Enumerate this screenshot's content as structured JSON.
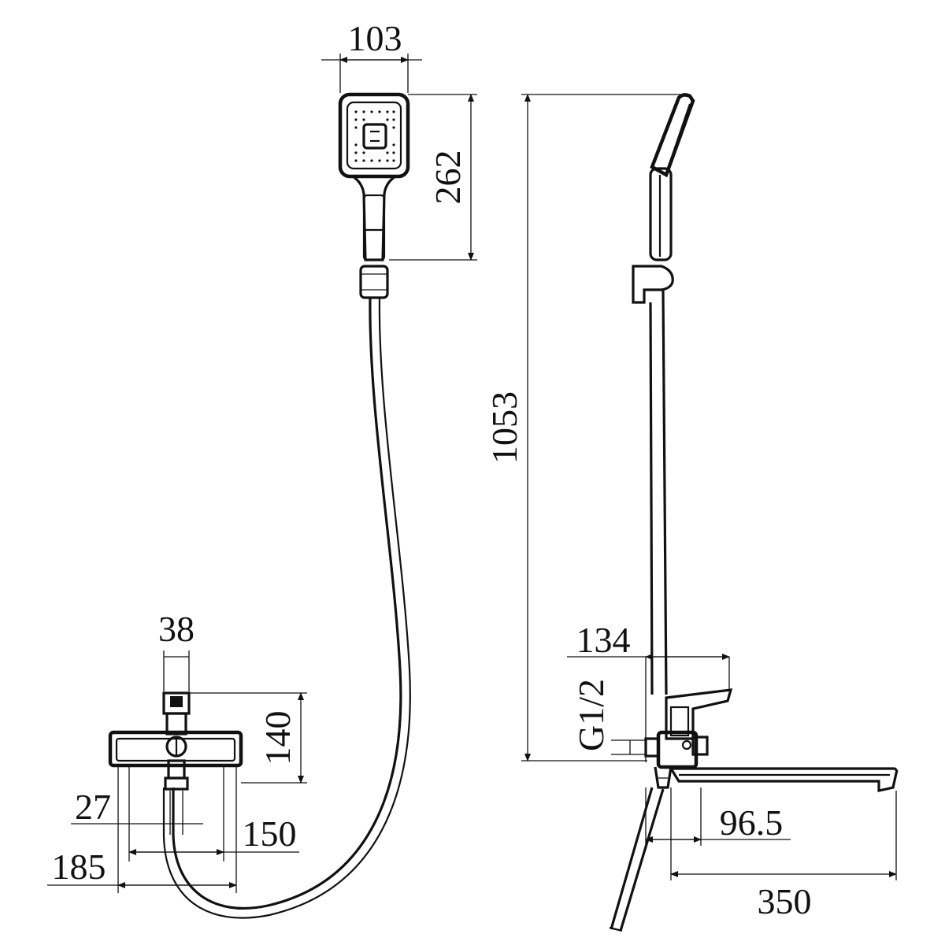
{
  "diagram": {
    "type": "technical-drawing",
    "subject": "bath-shower-mixer-set",
    "line_color": "#111111",
    "background_color": "#ffffff"
  },
  "dimensions": {
    "handset_width": "103",
    "handset_height": "262",
    "rail_height": "1053",
    "handle_width": "38",
    "mixer_height": "140",
    "outlet_offset": "27",
    "mixer_center_span": "150",
    "mixer_total_width": "185",
    "side_depth": "134",
    "thread_size": "G1/2",
    "spout_reach_inner": "96.5",
    "spout_reach_total": "350"
  }
}
